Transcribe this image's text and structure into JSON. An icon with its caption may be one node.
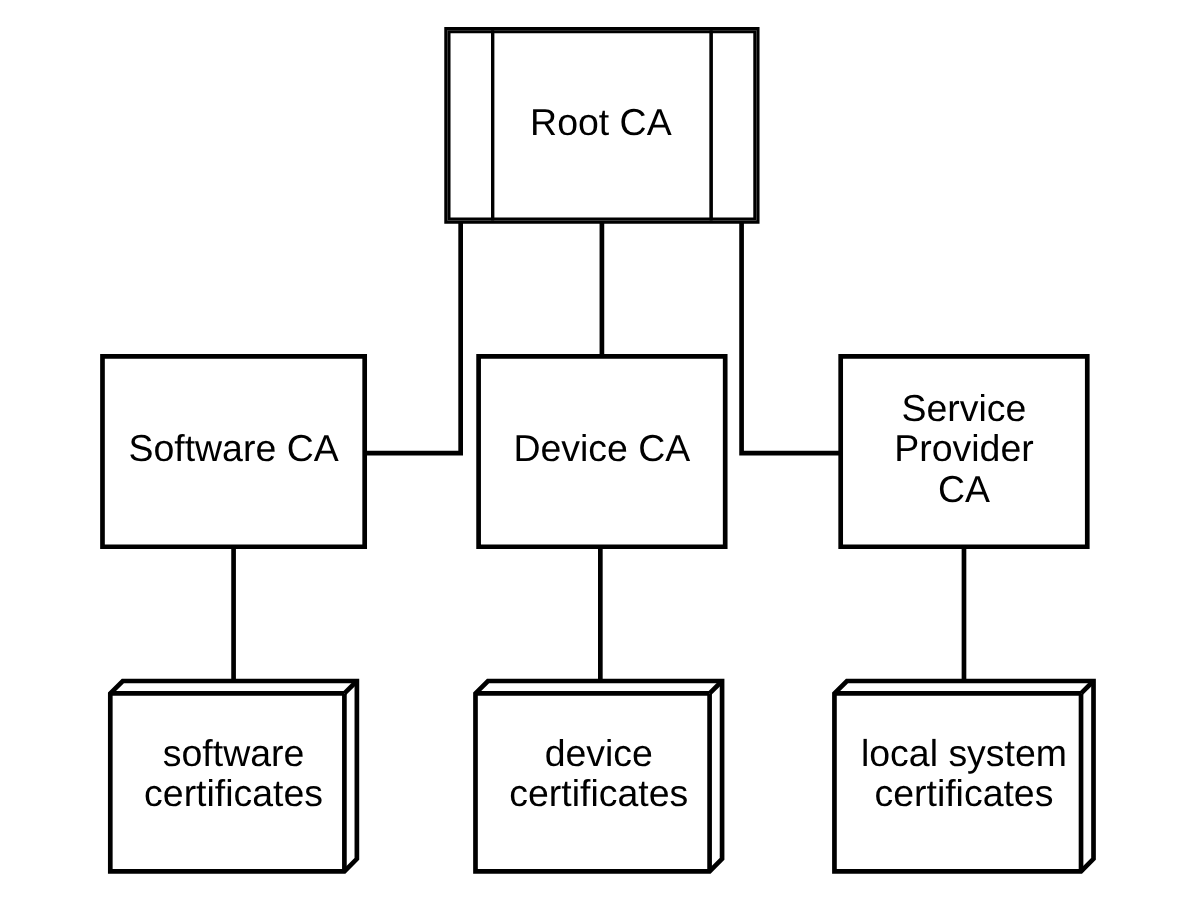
{
  "diagram": {
    "nodes": [
      {
        "text": [
          "Root CA"
        ]
      },
      {
        "text": [
          "Software CA"
        ]
      },
      {
        "text": [
          "Device CA"
        ]
      },
      {
        "text": [
          "Service Provider CA"
        ]
      },
      {
        "text": [
          "software certificates"
        ]
      },
      {
        "text": [
          "device certificates"
        ]
      },
      {
        "text": [
          "local system certificates"
        ]
      }
    ],
    "edges": [
      {
        "from": 0,
        "to": 1,
        "arrow": "none"
      },
      {
        "from": 0,
        "to": 2,
        "arrow": "none"
      },
      {
        "from": 0,
        "to": 3,
        "arrow": "none"
      },
      {
        "from": 1,
        "to": 4,
        "arrow": "none"
      },
      {
        "from": 2,
        "to": 5,
        "arrow": "none"
      },
      {
        "from": 3,
        "to": 6,
        "arrow": "none"
      }
    ]
  }
}
